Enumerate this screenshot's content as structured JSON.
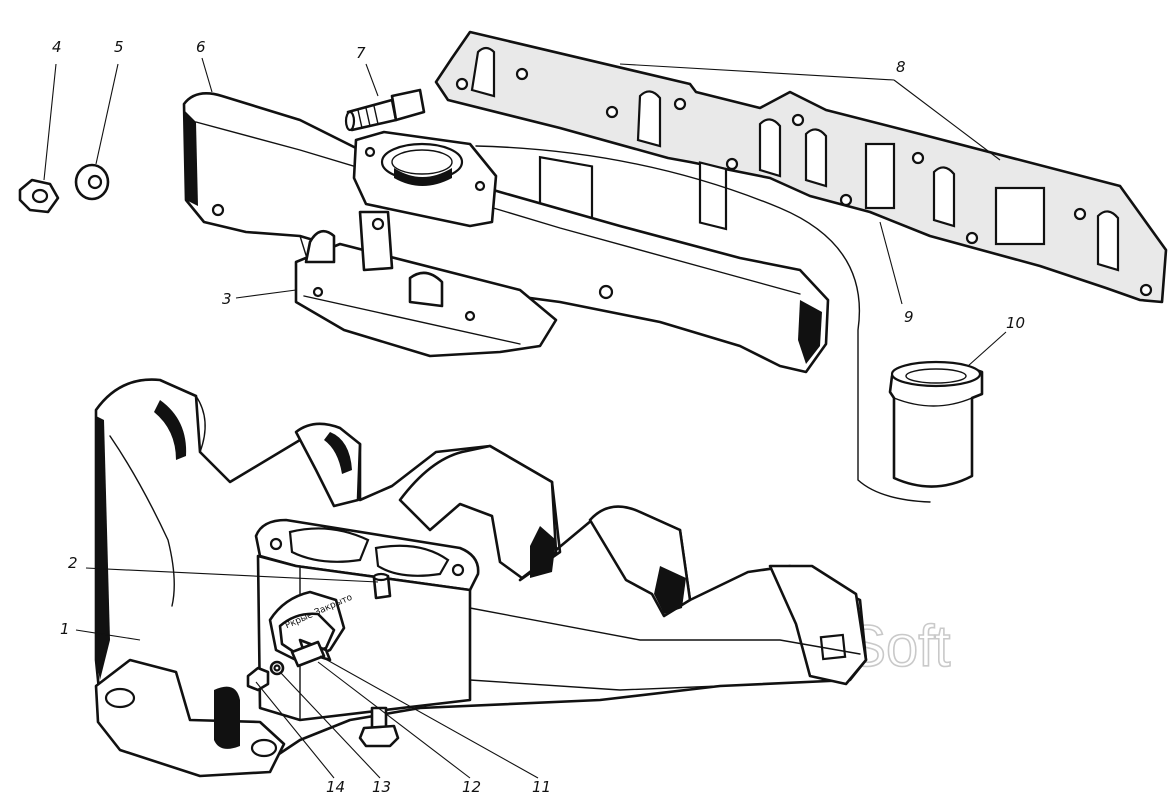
{
  "diagram": {
    "callouts": [
      {
        "id": "c1",
        "label": "1"
      },
      {
        "id": "c2",
        "label": "2"
      },
      {
        "id": "c3",
        "label": "3"
      },
      {
        "id": "c4",
        "label": "4"
      },
      {
        "id": "c5",
        "label": "5"
      },
      {
        "id": "c6",
        "label": "6"
      },
      {
        "id": "c7",
        "label": "7"
      },
      {
        "id": "c8",
        "label": "8"
      },
      {
        "id": "c9",
        "label": "9"
      },
      {
        "id": "c10",
        "label": "10"
      },
      {
        "id": "c11",
        "label": "11"
      },
      {
        "id": "c12",
        "label": "12"
      },
      {
        "id": "c13",
        "label": "13"
      },
      {
        "id": "c14",
        "label": "14"
      }
    ],
    "watermark": "AutoSoft",
    "stamp_text": "Ркрые  Закрыто"
  }
}
